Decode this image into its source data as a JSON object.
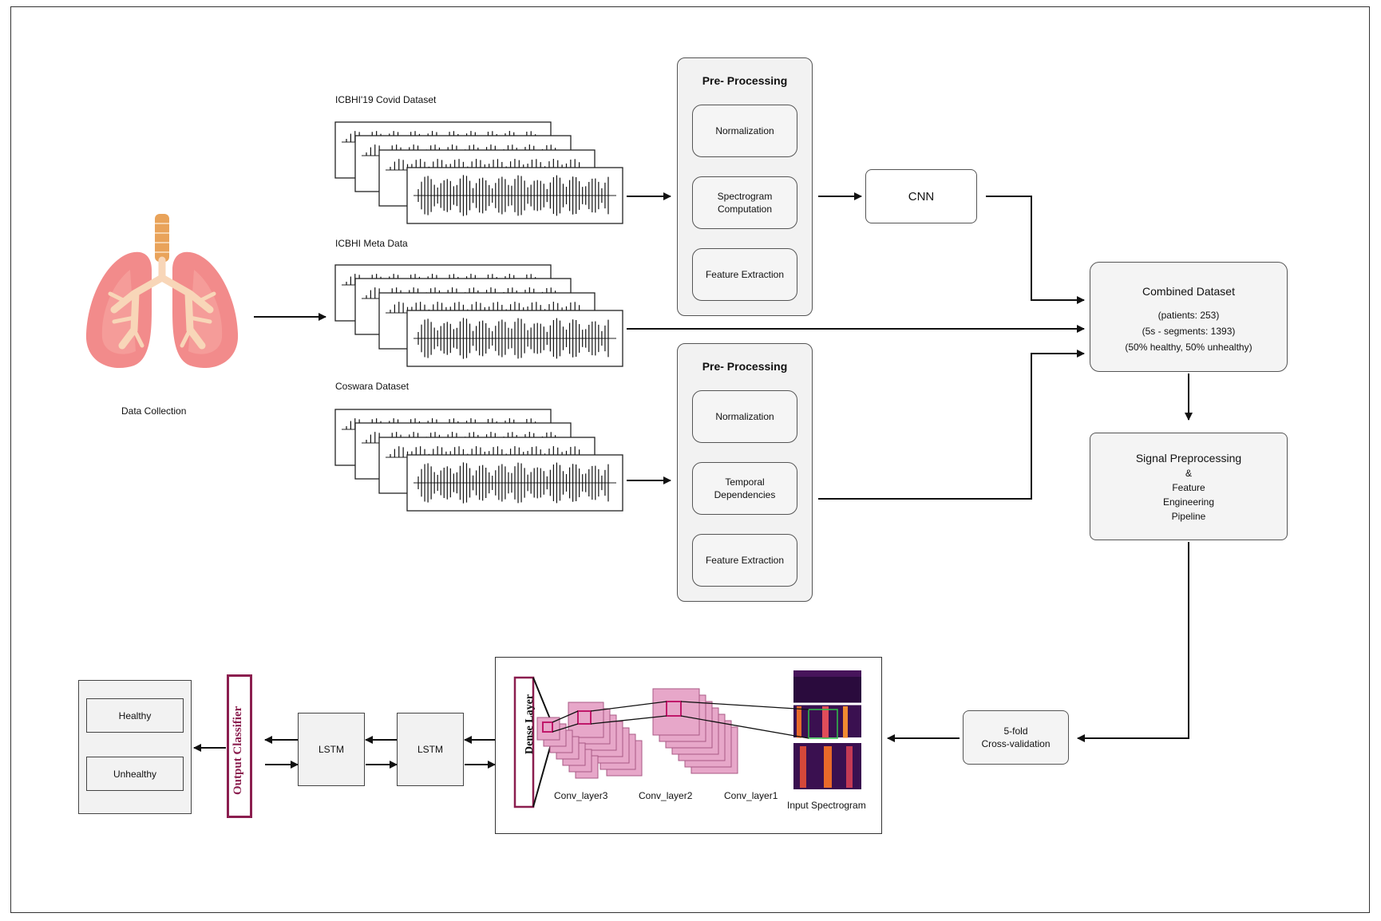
{
  "data_collection": {
    "label": "Data Collection"
  },
  "datasets": [
    {
      "label": "ICBHI'19 Covid Dataset"
    },
    {
      "label": "ICBHI Meta Data"
    },
    {
      "label": "Coswara Dataset"
    }
  ],
  "preprocessing_top": {
    "title": "Pre- Processing",
    "items": [
      "Normalization",
      "Spectrogram Computation",
      "Feature Extraction"
    ]
  },
  "preprocessing_bottom": {
    "title": "Pre- Processing",
    "items": [
      "Normalization",
      "Temporal Dependencies",
      "Feature Extraction"
    ]
  },
  "cnn": {
    "label": "CNN"
  },
  "combined_dataset": {
    "title": "Combined Dataset",
    "lines": [
      "(patients: 253)",
      "(5s - segments: 1393)",
      "(50% healthy, 50% unhealthy)"
    ]
  },
  "signal_pipeline": {
    "lines": [
      "Signal Preprocessing",
      "&",
      "Feature",
      "Engineering",
      "Pipeline"
    ]
  },
  "cross_validation": {
    "lines": [
      "5-fold",
      "Cross-validation"
    ]
  },
  "cnn_stack": {
    "input_label": "Input Spectrogram",
    "layers": [
      "Conv_layer1",
      "Conv_layer2",
      "Conv_layer3"
    ],
    "dense_label": "Dense Layer"
  },
  "lstm": {
    "labels": [
      "LSTM",
      "LSTM"
    ]
  },
  "output_classifier": {
    "label": "Output Classifier"
  },
  "outputs": [
    "Healthy",
    "Unhealthy"
  ],
  "colors": {
    "lung": "#f28b8b",
    "lung_light": "#f9b3ac",
    "bronchi": "#f6d3b5",
    "trachea": "#e9a35a",
    "conv_pink": "#e7a7c9",
    "output_red": "#8b1e4f"
  },
  "icons": [
    "lungs-icon",
    "waveform-icon",
    "spectrogram-icon"
  ]
}
